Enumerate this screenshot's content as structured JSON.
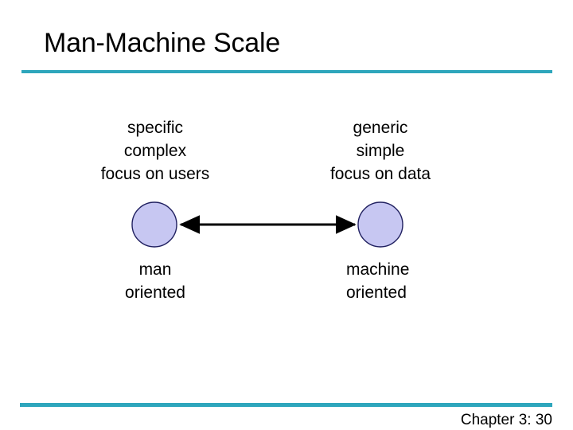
{
  "slide": {
    "title": "Man-Machine Scale",
    "footer": "Chapter 3: 30"
  },
  "colors": {
    "rule": "#2ea6bc",
    "node_fill": "#c7c7f2",
    "node_stroke": "#202060",
    "arrow": "#000000",
    "text": "#000000",
    "background": "#ffffff"
  },
  "columns": {
    "left": {
      "attributes": [
        "specific",
        "complex",
        "focus on users"
      ],
      "label": [
        "man",
        "oriented"
      ]
    },
    "right": {
      "attributes": [
        "generic",
        "simple",
        "focus on data"
      ],
      "label": [
        "machine",
        "oriented"
      ]
    }
  },
  "diagram": {
    "type": "scale",
    "left_node": "man-oriented-node",
    "right_node": "machine-oriented-node",
    "connector": "double-headed-arrow"
  }
}
